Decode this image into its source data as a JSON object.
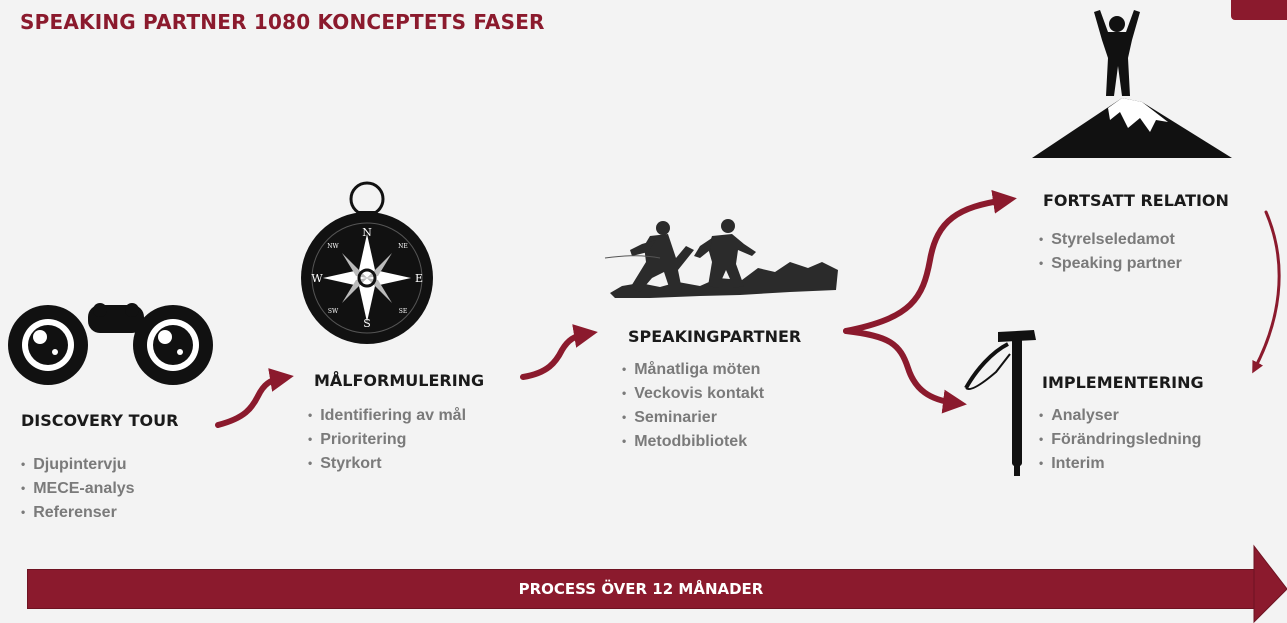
{
  "header": {
    "title": "SPEAKING PARTNER 1080 KONCEPTETS FASER"
  },
  "colors": {
    "accent": "#8b1a2d",
    "bullet_text": "#7a7a7a",
    "icon": "#1a1a1a"
  },
  "phases": [
    {
      "title": "DISCOVERY TOUR",
      "icon": "binoculars-icon",
      "bullets": [
        "Djupintervju",
        "MECE-analys",
        "Referenser"
      ]
    },
    {
      "title": "MÅLFORMULERING",
      "icon": "compass-icon",
      "bullets": [
        "Identifiering av mål",
        "Prioritering",
        "Styrkort"
      ]
    },
    {
      "title": "SPEAKINGPARTNER",
      "icon": "climbers-icon",
      "bullets": [
        "Månatliga möten",
        "Veckovis kontakt",
        "Seminarier",
        "Metodbibliotek"
      ]
    },
    {
      "title": "FORTSATT RELATION",
      "icon": "summit-icon",
      "bullets": [
        "Styrelseledamot",
        "Speaking partner"
      ]
    },
    {
      "title": "IMPLEMENTERING",
      "icon": "ice-axe-icon",
      "bullets": [
        "Analyser",
        "Förändringsledning",
        "Interim"
      ]
    }
  ],
  "compass": {
    "n": "N",
    "s": "S",
    "e": "E",
    "w": "W",
    "ne": "NE",
    "nw": "NW",
    "se": "SE",
    "sw": "SW"
  },
  "timeline": {
    "label": "PROCESS ÖVER 12 MÅNADER"
  }
}
